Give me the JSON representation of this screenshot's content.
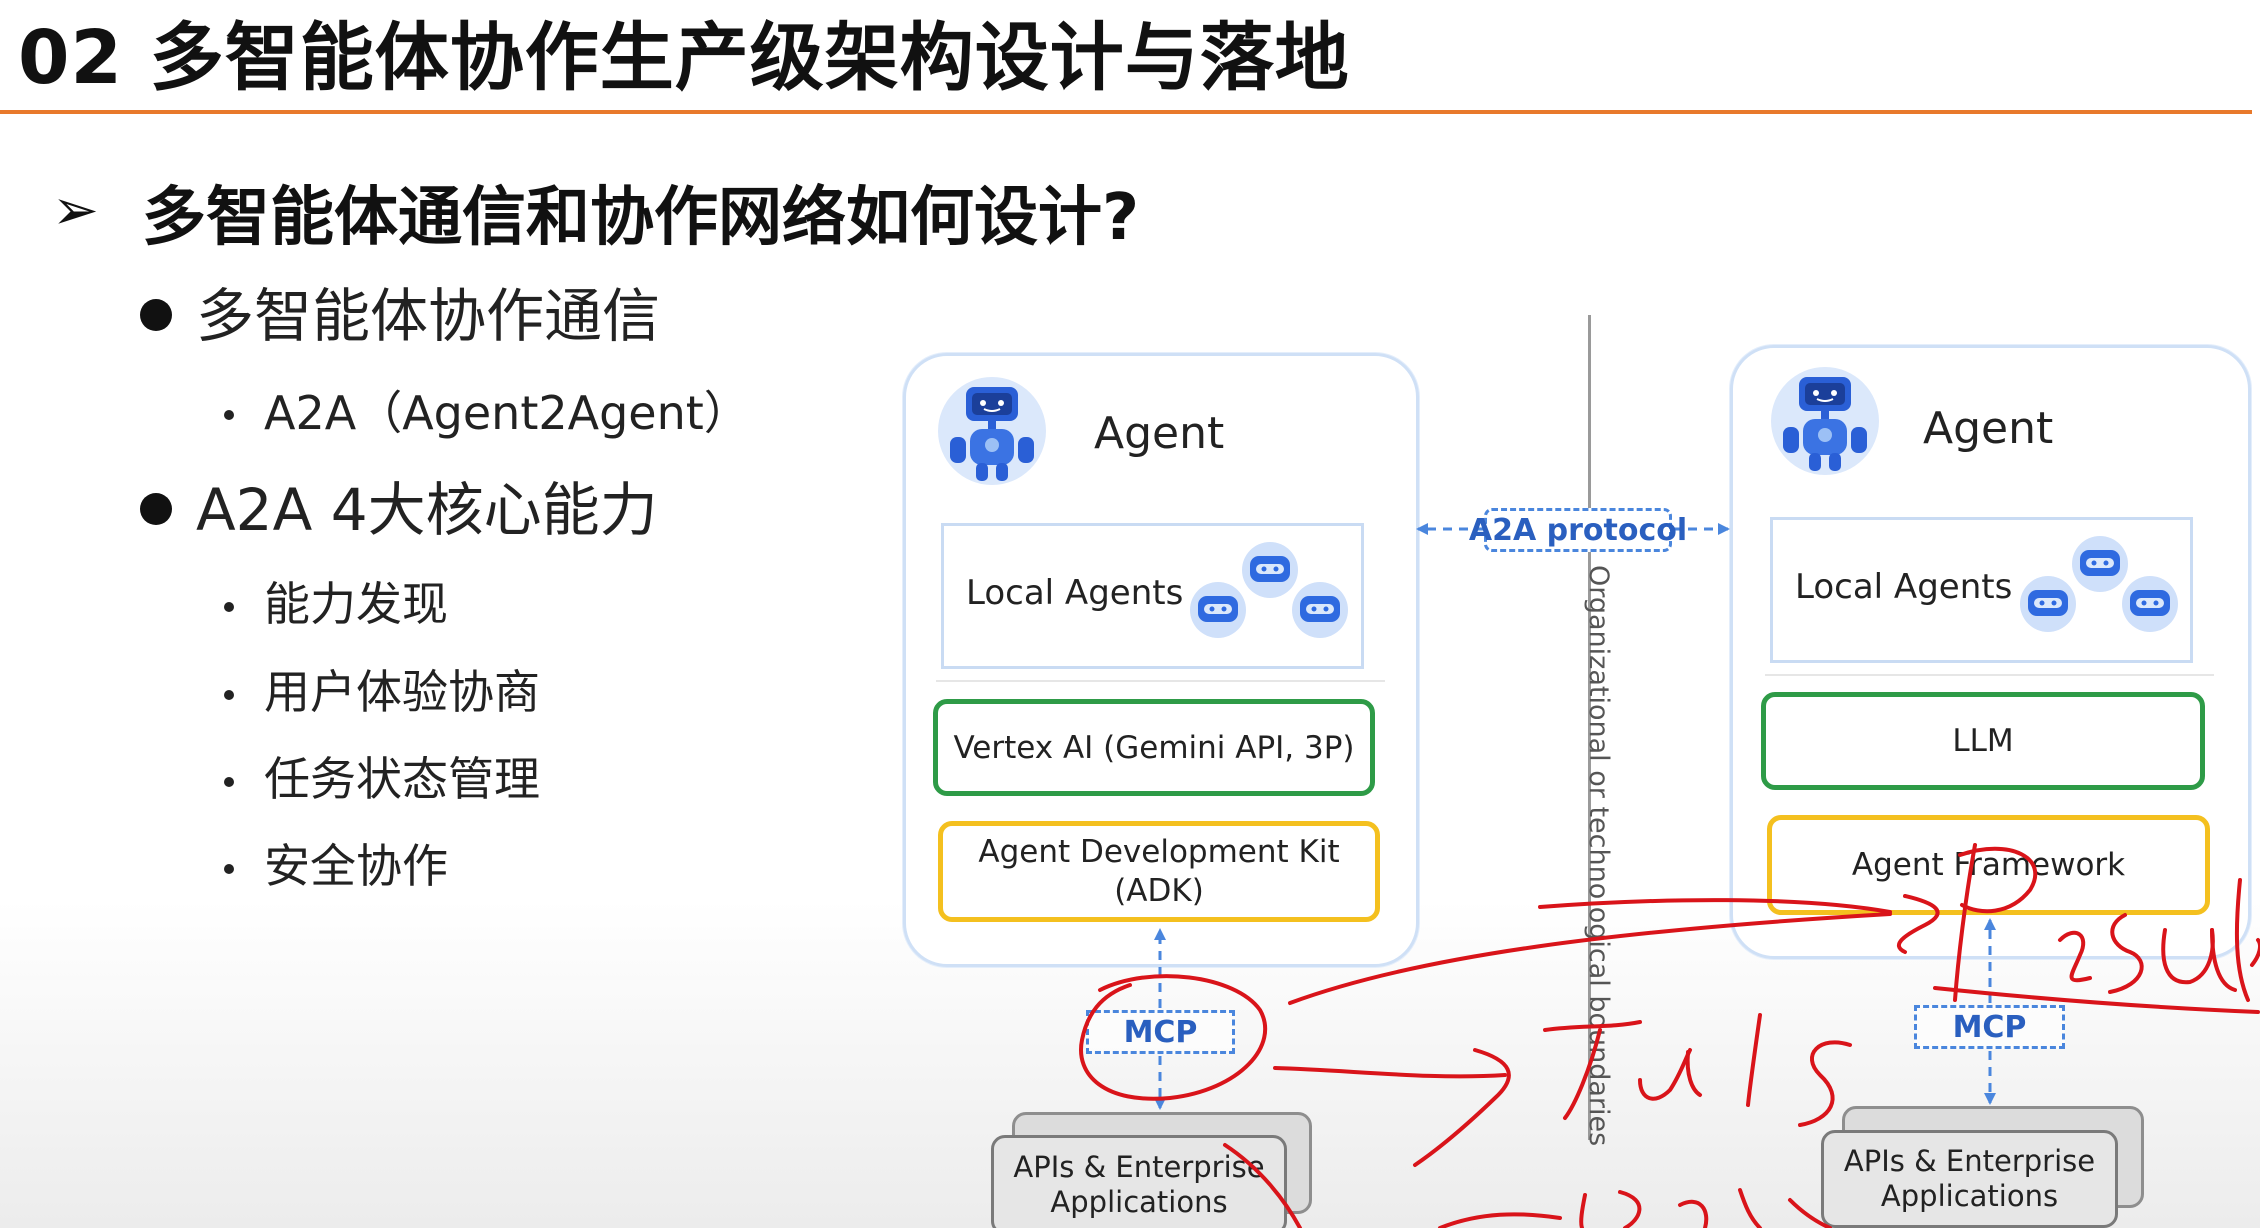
{
  "header": {
    "title": "02 多智能体协作生产级架构设计与落地",
    "accent_color": "#e8792b"
  },
  "outline": {
    "heading": "多智能体通信和协作网络如何设计?",
    "heading_bullet_icon": "arrow-right-icon",
    "sections": [
      {
        "label": "多智能体协作通信",
        "items": [
          "A2A（Agent2Agent）"
        ]
      },
      {
        "label": "A2A 4大核心能力",
        "items": [
          "能力发现",
          "用户体验协商",
          "任务状态管理",
          "安全协作"
        ]
      }
    ]
  },
  "diagram": {
    "left_agent": {
      "title": "Agent",
      "local_agents": "Local Agents",
      "model_box": "Vertex AI (Gemini API, 3P)",
      "framework_box": "Agent Development Kit\n(ADK)",
      "mcp": "MCP",
      "apis": "APIs & Enterprise\nApplications"
    },
    "right_agent": {
      "title": "Agent",
      "local_agents": "Local Agents",
      "model_box": "LLM",
      "framework_box": "Agent Framework",
      "mcp": "MCP",
      "apis": "APIs & Enterprise\nApplications"
    },
    "protocol_label": "A2A protocol",
    "boundary_label": "Organizational or technological boundaries",
    "colors": {
      "model_border": "#2e9b47",
      "framework_border": "#f4c01f",
      "dashed_blue": "#4a86dd",
      "panel_border": "#cfe0f6",
      "ink_annotation": "#d9141a"
    }
  }
}
